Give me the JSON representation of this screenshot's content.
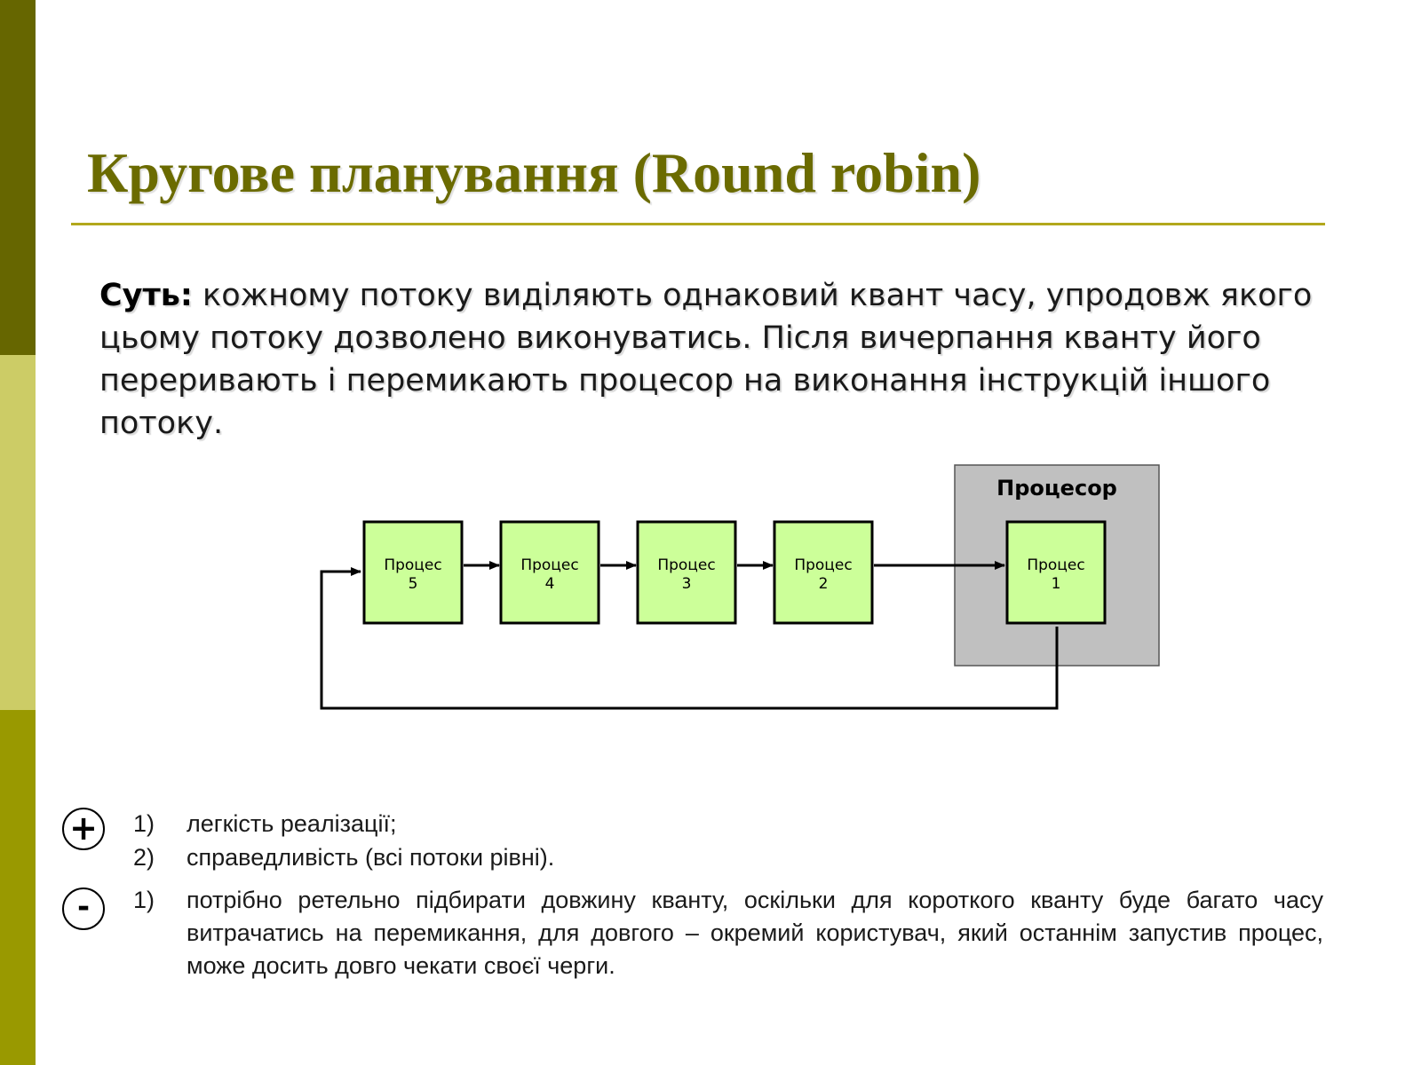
{
  "title": "Кругове планування (Round robin)",
  "essence": {
    "lead": "Суть:",
    "text": " кожному потоку виділяють однаковий квант часу, упродовж якого цьому потоку дозволено виконуватись. Після вичерпання кванту його переривають і перемикають процесор на виконання інструкцій іншого потоку."
  },
  "diagram": {
    "cpu_label": "Процесор",
    "processes": [
      {
        "label": "Процес",
        "num": "5"
      },
      {
        "label": "Процес",
        "num": "4"
      },
      {
        "label": "Процес",
        "num": "3"
      },
      {
        "label": "Процес",
        "num": "2"
      },
      {
        "label": "Процес",
        "num": "1"
      }
    ]
  },
  "pros": {
    "symbol": "+",
    "items": [
      {
        "num": "1)",
        "text": "легкість реалізації;"
      },
      {
        "num": "2)",
        "text": "справедливість (всі потоки рівні)."
      }
    ]
  },
  "cons": {
    "symbol": "-",
    "items": [
      {
        "num": "1)",
        "text": "потрібно ретельно підбирати довжину кванту, оскільки для короткого кванту буде багато часу витрачатись на перемикання, для довгого – окремий користувач, який останнім запустив процес, може досить довго чекати своєї черги."
      }
    ]
  },
  "colors": {
    "sidebar_top": "#666600",
    "sidebar_mid": "#cccc66",
    "sidebar_bottom": "#999900",
    "title": "#6b6b00",
    "process_fill": "#ccff99",
    "cpu_fill": "#c0c0c0"
  }
}
